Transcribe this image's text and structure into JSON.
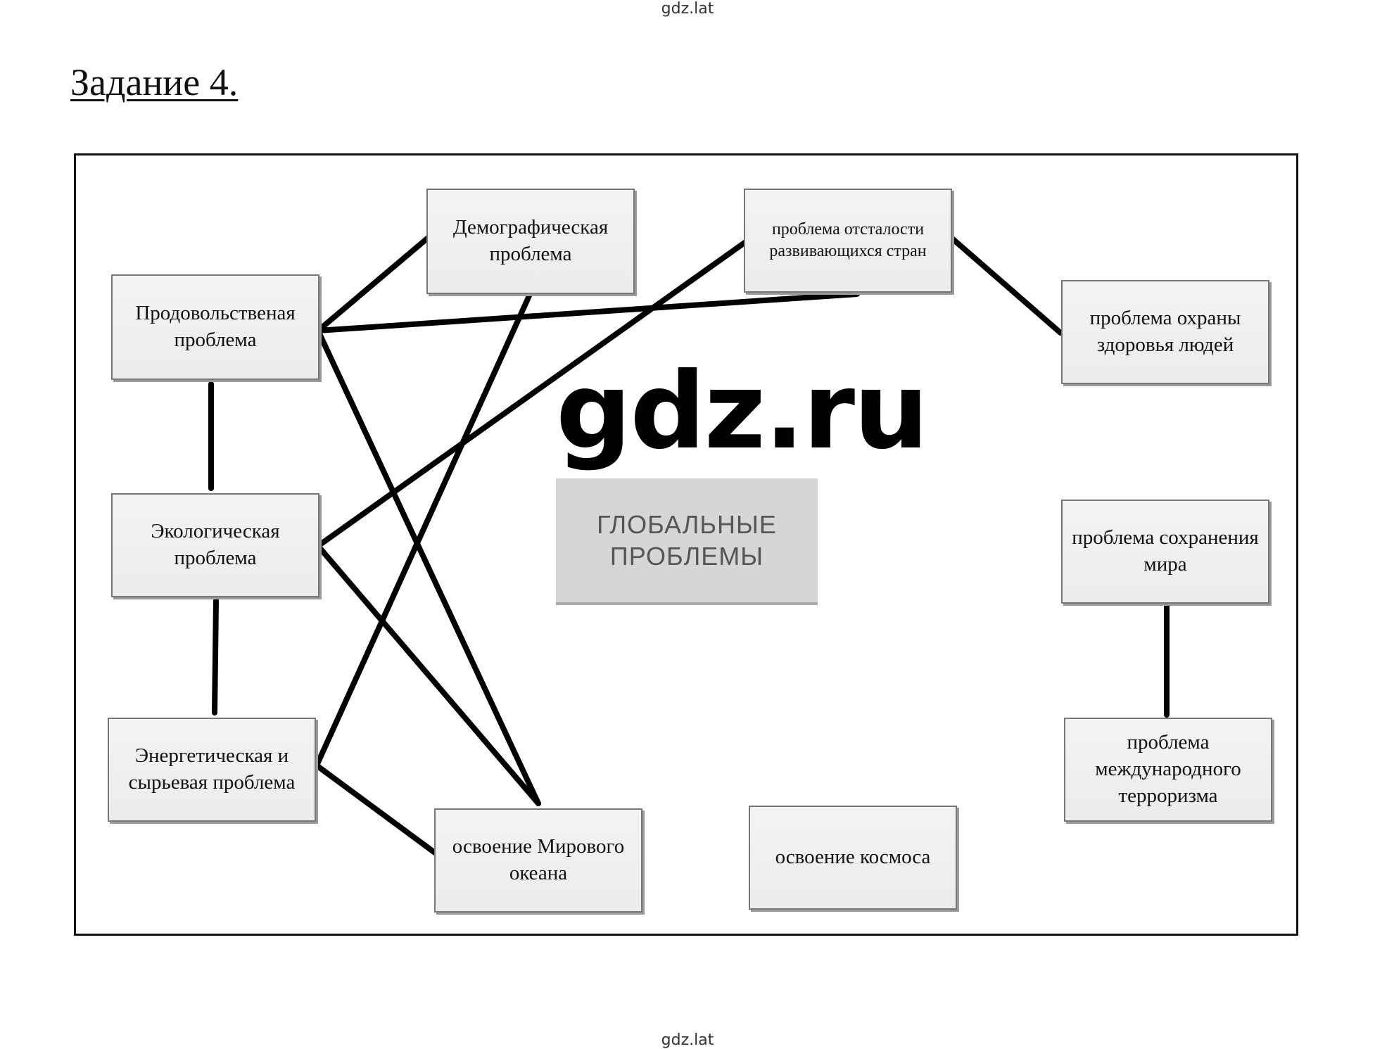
{
  "site_tag_top": "gdz.lat",
  "site_tag_bottom": "gdz.lat",
  "task_title": "Задание 4.",
  "watermark": "gdz.ru",
  "center_label": "ГЛОБАЛЬНЫЕ ПРОБЛЕМЫ",
  "boxes": {
    "demographic": "Демографическая проблема",
    "underdevelopment": "проблема отсталости развивающихся стран",
    "food": "Продовольственая проблема",
    "health": "проблема охраны здоровья людей",
    "ecological": "Экологическая проблема",
    "peace": "проблема сохранения мира",
    "energy": "Энергетическая и сырьевая проблема",
    "terrorism": "проблема международного терроризма",
    "ocean": "освоение Мирового океана",
    "space": "освоение космоса"
  },
  "colors": {
    "line": "#000000",
    "box_fill": "#efefef",
    "center_fill": "#d6d6d6"
  },
  "connections": [
    [
      "food",
      "demographic"
    ],
    [
      "food",
      "underdevelopment"
    ],
    [
      "food",
      "ocean"
    ],
    [
      "food",
      "ecological"
    ],
    [
      "demographic",
      "energy"
    ],
    [
      "underdevelopment",
      "ecological"
    ],
    [
      "underdevelopment",
      "health"
    ],
    [
      "ecological",
      "ocean"
    ],
    [
      "ecological",
      "energy"
    ],
    [
      "energy",
      "ocean"
    ],
    [
      "peace",
      "terrorism"
    ]
  ]
}
